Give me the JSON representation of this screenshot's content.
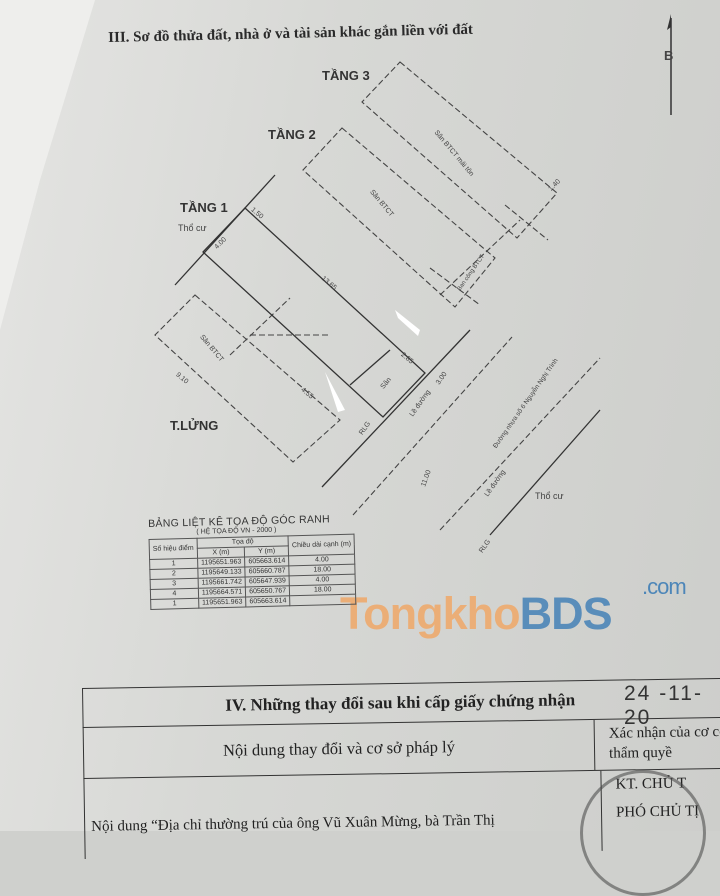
{
  "section3": {
    "title": "III. Sơ đồ thửa đất, nhà ở và tài sản khác gắn liền với đất"
  },
  "north": {
    "label": "B"
  },
  "plan": {
    "floors": [
      "TẦNG 3",
      "TẦNG 2",
      "TẦNG 1",
      "T.LỬNG"
    ],
    "land_use_top": "Thổ cư",
    "land_use_bottom": "Thổ cư",
    "labels": {
      "t3_area": "Sân BTCT mái tôn",
      "t2_area": "Sân BTCT",
      "t1_area": "Sân BTCT",
      "san": "Sân",
      "ban_cong": "Ban công BTCT",
      "le_duong_1": "Lề đường",
      "le_duong_2": "Lề đường",
      "duong": "Đường nhựa số 6 Nguyễn Nghị Trình",
      "rlg_1": "RLG",
      "rlg_2": "RLG"
    },
    "dimensions": [
      "4.00",
      "13.65",
      "1.50",
      "1.40",
      "9.10",
      "4.55",
      "2.85",
      "3.00",
      "11.00"
    ]
  },
  "coord_table": {
    "title": "BẢNG LIỆT KÊ TỌA ĐỘ GÓC RANH",
    "subtitle": "( HỆ TỌA ĐỘ VN - 2000 )",
    "headers": {
      "point": "Số hiệu điểm",
      "coords": "Tọa độ",
      "x": "X (m)",
      "y": "Y (m)",
      "edge": "Chiều dài cạnh (m)"
    },
    "rows": [
      {
        "point": "1",
        "x": "1195651.963",
        "y": "605663.614",
        "edge": "4.00"
      },
      {
        "point": "2",
        "x": "1195649.133",
        "y": "605660.787",
        "edge": "18.00"
      },
      {
        "point": "3",
        "x": "1195661.742",
        "y": "605647.939",
        "edge": "4.00"
      },
      {
        "point": "4",
        "x": "1195664.571",
        "y": "605650.767",
        "edge": "18.00"
      },
      {
        "point": "1",
        "x": "1195651.963",
        "y": "605663.614",
        "edge": ""
      }
    ]
  },
  "section4": {
    "title": "IV. Những thay đổi sau khi cấp giấy chứng nhận",
    "date": "24 -11- 20",
    "col1_header": "Nội dung thay đổi và cơ sở pháp lý",
    "col2_header": "Xác nhận của cơ có thẩm quyề",
    "signature_1": "KT. CHỦ T",
    "signature_2": "PHÓ CHỦ TỊ",
    "content": "Nội dung “Địa chỉ thường trú của ông Vũ Xuân Mừng, bà Trần Thị"
  },
  "watermark": {
    "brand_a": "Tongkho",
    "brand_b": "BDS",
    "suffix": ".com"
  }
}
